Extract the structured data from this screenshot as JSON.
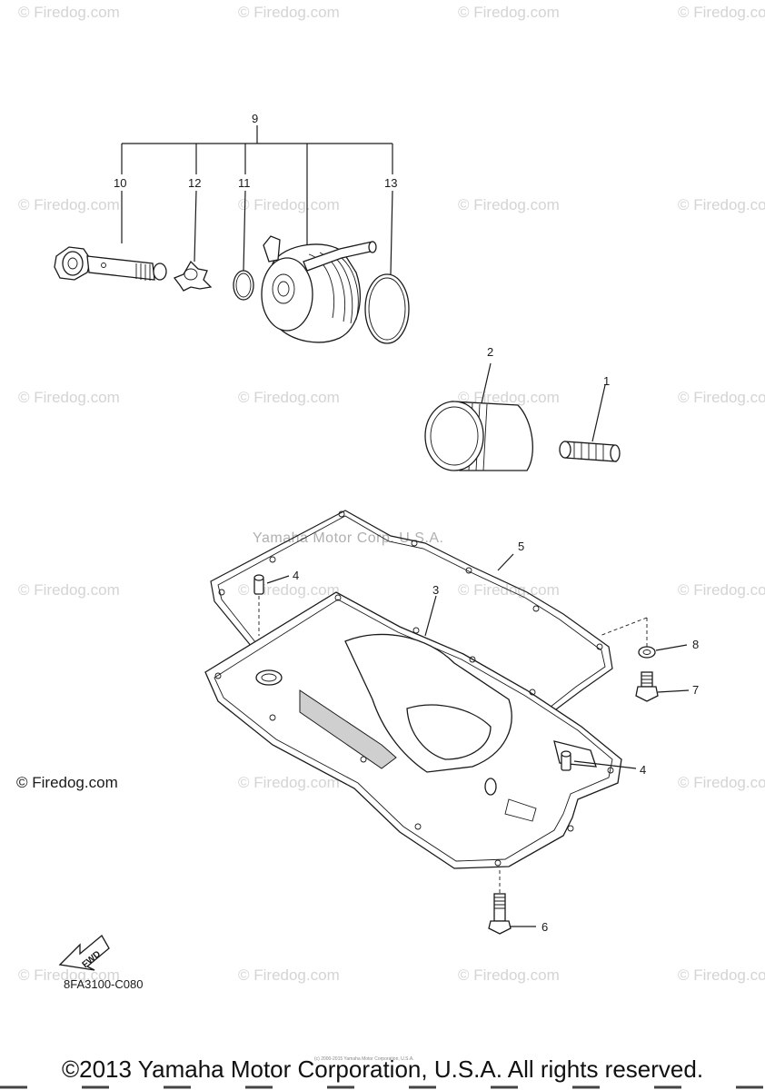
{
  "watermark_text": "© Firedog.com",
  "corner_credit": "© Firedog.com",
  "center_mark": "Yamaha Motor Corp. U.S.A.",
  "reference_code": "8FA3100-C080",
  "fwd_label": "FWD",
  "tiny_notice": "(c) 2000-2015 Yamaha Motor Corporation, U.S.A.",
  "copyright": "©2013 Yamaha Motor Corporation, U.S.A. All rights reserved.",
  "callouts": {
    "c1": "1",
    "c2": "2",
    "c3": "3",
    "c4a": "4",
    "c4b": "4",
    "c5": "5",
    "c6": "6",
    "c7": "7",
    "c8": "8",
    "c9": "9",
    "c10": "10",
    "c11": "11",
    "c12": "12",
    "c13": "13"
  },
  "colors": {
    "line": "#1a1a1a",
    "watermark": "#d4d4d4"
  }
}
